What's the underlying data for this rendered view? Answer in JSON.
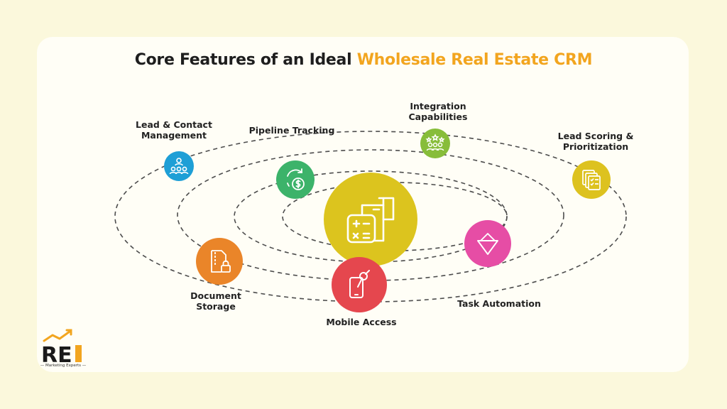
{
  "title": {
    "prefix": "Core Features of an Ideal ",
    "highlight": "Wholesale Real Estate CRM"
  },
  "colors": {
    "background": "#fbf8dc",
    "card": "#fffef6",
    "highlight": "#f2a51f",
    "center": "#dcc41e",
    "lead_contact": "#1e9fd6",
    "pipeline": "#3cb36a",
    "integration": "#87bd3a",
    "lead_scoring": "#ddc21f",
    "task_automation": "#e64da5",
    "mobile_access": "#e5474e",
    "document_storage": "#ea8529"
  },
  "features": {
    "lead_contact": {
      "line1": "Lead & Contact",
      "line2": "Management",
      "icon": "people-network-icon"
    },
    "pipeline": {
      "line1": "Pipeline Tracking",
      "icon": "dollar-cycle-icon"
    },
    "integration": {
      "line1": "Integration",
      "line2": "Capabilities",
      "icon": "team-stars-icon"
    },
    "lead_scoring": {
      "line1": "Lead Scoring &",
      "line2": "Prioritization",
      "icon": "checklist-documents-icon"
    },
    "task_automation": {
      "line1": "Task Automation",
      "icon": "funnel-diamond-icon"
    },
    "mobile_access": {
      "line1": "Mobile Access",
      "icon": "mobile-touch-icon"
    },
    "document_storage": {
      "line1": "Document",
      "line2": "Storage",
      "icon": "locked-document-icon"
    },
    "center": {
      "icon": "calculator-icon"
    }
  },
  "logo": {
    "text": "Marketing Experts"
  }
}
